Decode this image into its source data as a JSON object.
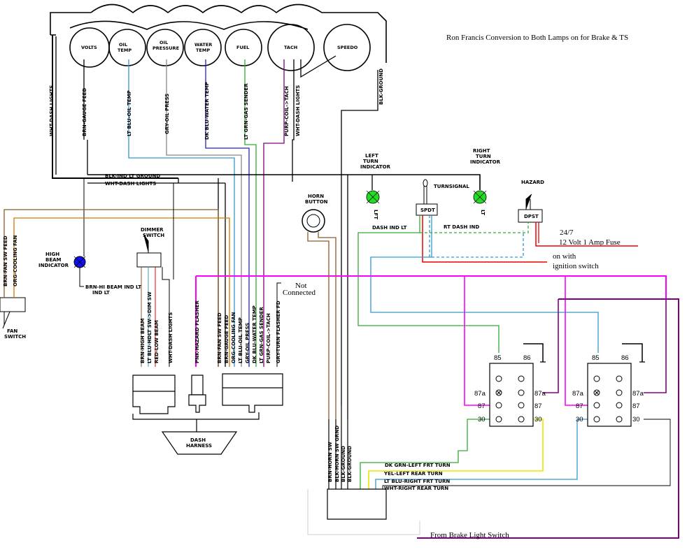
{
  "title": "Ron Francis Conversion to Both Lamps on for Brake & TS",
  "gauges": [
    "VOLTS",
    "OIL TEMP",
    "OIL PRESSURE",
    "WATER TEMP",
    "FUEL",
    "TACH",
    "SPEEDO"
  ],
  "gauge_feed_labels": [
    "WHT-DASH LIGHTS",
    "BRN-GAUGE FEED",
    "LT BLU-OIL TEMP",
    "GRY-OIL PRESS",
    "DK BLU-WATER TEMP",
    "LT GRN-GAS SENDER",
    "PURP-COIL->TACH",
    "WHT-DASH LIGHTS",
    "BLK-GROUND"
  ],
  "bus_labels": {
    "ground": "BLK-IND LT GROUND",
    "dash_lights": "WHT-DASH LIGHTS"
  },
  "indicators": {
    "left_turn": "LEFT TURN INDICATOR",
    "right_turn": "RIGHT TURN INDICATOR",
    "lft": "LFT",
    "dash_ind_lt": "DASH IND LT",
    "rt_dash_ind": "RT DASH IND",
    "lt": "LT",
    "high_beam": "HIGH BEAM INDICATOR",
    "high_beam_wire": "BRN-HI BEAM IND LT",
    "color_on": "#22dd22",
    "color_high": "#1010ee"
  },
  "switches": {
    "turnsignal": "TURNSIGNAL",
    "spdt": "SPDT",
    "hazard": "HAZARD",
    "dpst": "DPST",
    "horn_button": "HORN BUTTON",
    "dimmer": "DIMMER SWITCH",
    "fan": "FAN SWITCH",
    "fan_wires": [
      "BRN-FAN SW FEED",
      "ORG-COOLING FAN"
    ]
  },
  "power_notes": {
    "line1": "24/7",
    "line2": "12 Volt   1  Amp Fuse",
    "line3": "on with",
    "line4": "ignition switch",
    "not_connected_1": "Not",
    "not_connected_2": "Connected"
  },
  "connector_labels": {
    "dimmer": [
      "BRN-HIGH BEAM",
      "LT BLU-HDLT SW->DIM SW",
      "RED-LOW BEAM",
      "WHT-DASH LIGHTS"
    ],
    "flasher": "PNK-HAZARD FLASHER",
    "gauge_connector": [
      "BRN-FAN SW FEED",
      "BRN-GAUGE FEED",
      "ORG-COOLING FAN",
      "LT BLU-OIL TEMP",
      "GRY-OIL PRESS",
      "DK BLU-WATER TEMP",
      "LT GRN-GAS SENDER",
      "PURP-COIL->TACH",
      "GRY-TURN FLASHER FD"
    ],
    "dash_harness": "DASH HARNESS",
    "column": [
      "BRN-HORN SW",
      "BLK-HORN SW GRND",
      "BLK-GROUND",
      "BLK-GROUND"
    ]
  },
  "turn_wires": [
    "DK GRN-LEFT FRT TURN",
    "YEL-LEFT REAR TURN",
    "LT BLU-RIGHT FRT TURN",
    "WHT-RIGHT REAR TURN"
  ],
  "relay_pins": {
    "p85": "85",
    "p86": "86",
    "p87a": "87a",
    "p87": "87",
    "p30": "30"
  },
  "brake_note": "From Brake Light Switch",
  "colors": {
    "magenta": "#ff00ff",
    "purple": "#800080",
    "green": "#33aa33",
    "yellow": "#e8e800",
    "blue": "#3399cc",
    "red": "#ee0000",
    "orange": "#cc7a00",
    "brown": "#8b5a2b",
    "dkblue": "#2222cc",
    "pink": "#ff00ff"
  }
}
